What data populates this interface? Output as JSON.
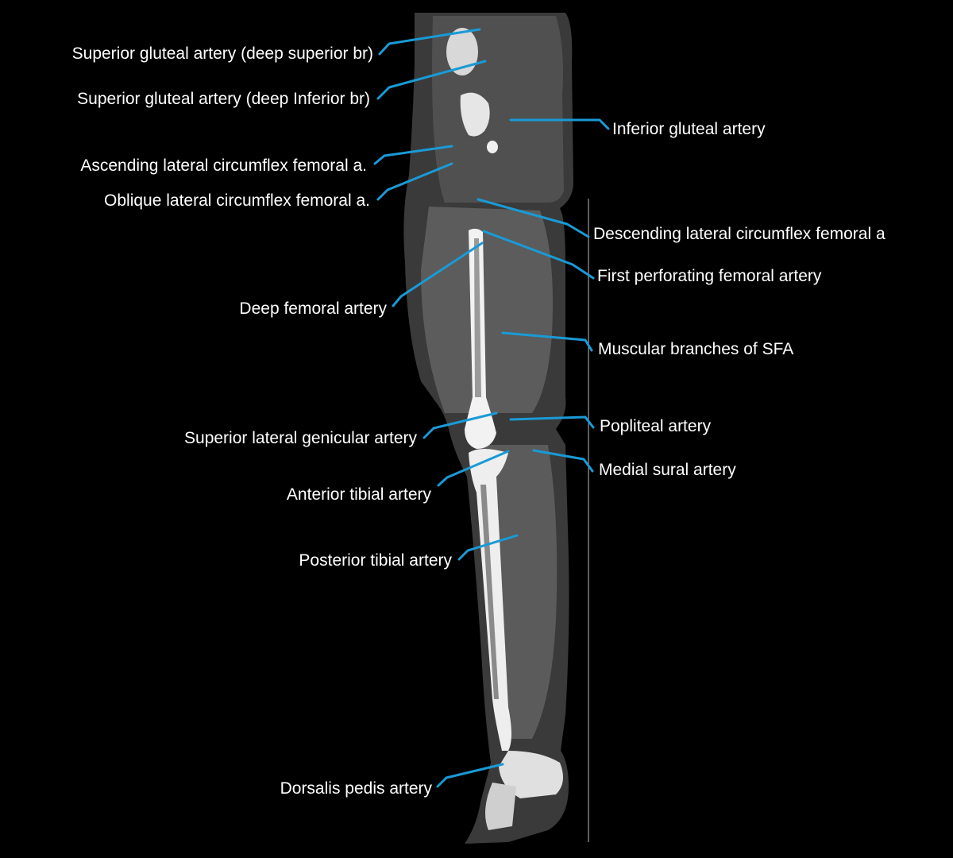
{
  "figure": {
    "description": "Sagittal CT angiography of lower limb with labeled arteries",
    "line_color": "#1a9ad6",
    "text_color": "#ffffff",
    "background": "#000000"
  },
  "labels_left": [
    {
      "id": "sga-sup",
      "text": "Superior gluteal artery (deep superior br)"
    },
    {
      "id": "sga-inf",
      "text": "Superior gluteal artery (deep Inferior br)"
    },
    {
      "id": "alcfa",
      "text": "Ascending lateral circumflex femoral a."
    },
    {
      "id": "olcfa",
      "text": "Oblique lateral circumflex femoral a."
    },
    {
      "id": "dfa",
      "text": "Deep femoral artery"
    },
    {
      "id": "slga",
      "text": "Superior lateral genicular artery"
    },
    {
      "id": "ata",
      "text": "Anterior tibial artery"
    },
    {
      "id": "pta",
      "text": "Posterior tibial artery"
    },
    {
      "id": "dpa",
      "text": "Dorsalis pedis artery"
    }
  ],
  "labels_right": [
    {
      "id": "iga",
      "text": "Inferior gluteal artery"
    },
    {
      "id": "dlcfa",
      "text": "Descending lateral circumflex femoral a"
    },
    {
      "id": "fpfa",
      "text": "First perforating femoral artery"
    },
    {
      "id": "mbsfa",
      "text": "Muscular branches of SFA"
    },
    {
      "id": "pa",
      "text": "Popliteal artery"
    },
    {
      "id": "msa",
      "text": "Medial sural artery"
    }
  ]
}
